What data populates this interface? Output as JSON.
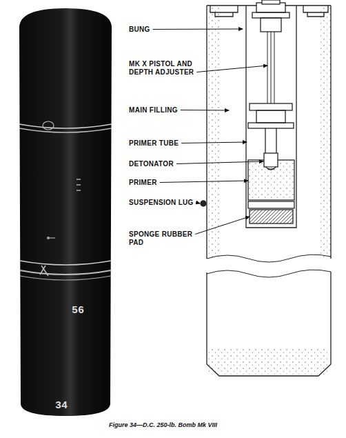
{
  "diagram": {
    "caption": "Figure 34—D.C. 250-lb. Bomb Mk VIII",
    "labels": [
      "BUNG",
      "MK X PISTOL AND DEPTH ADJUSTER",
      "MAIN FILLING",
      "PRIMER TUBE",
      "DETONATOR",
      "PRIMER",
      "SUSPENSION LUG",
      "SPONGE RUBBER PAD",
      "56",
      "34"
    ]
  }
}
